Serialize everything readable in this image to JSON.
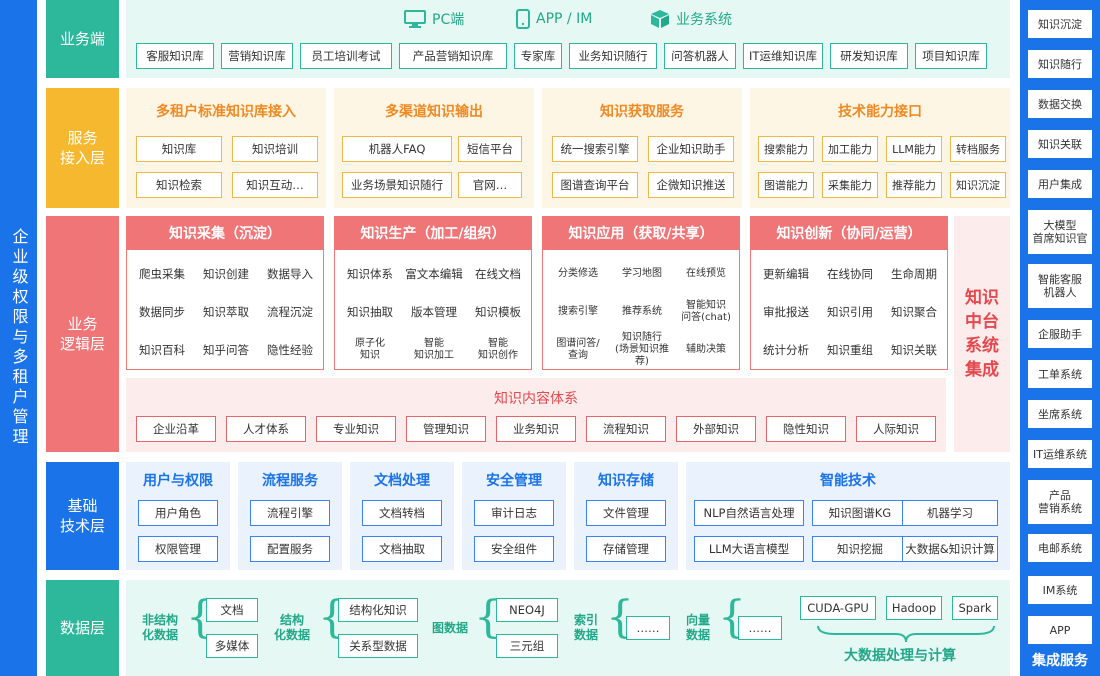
{
  "left_vertical": "企业级权限与多租户管理",
  "layers": {
    "biz": "业务端",
    "service": "服务\n接入层",
    "logic": "业务\n逻辑层",
    "base": "基础\n技术层",
    "data": "数据层"
  },
  "biz_end": {
    "channels": [
      "PC端",
      "APP / IM",
      "业务系统"
    ],
    "items": [
      "客服知识库",
      "营销知识库",
      "员工培训考试",
      "产品营销知识库",
      "专家库",
      "业务知识随行",
      "问答机器人",
      "IT运维知识库",
      "研发知识库",
      "项目知识库"
    ]
  },
  "service": {
    "groups": [
      {
        "title": "多租户标准知识库接入",
        "items": [
          "知识库",
          "知识培训",
          "知识检索",
          "知识互动…"
        ]
      },
      {
        "title": "多渠道知识输出",
        "items": [
          "机器人FAQ",
          "短信平台",
          "业务场景知识随行",
          "官网…"
        ]
      },
      {
        "title": "知识获取服务",
        "items": [
          "统一搜索引擎",
          "企业知识助手",
          "图谱查询平台",
          "企微知识推送"
        ]
      },
      {
        "title": "技术能力接口",
        "items": [
          "搜索能力",
          "加工能力",
          "LLM能力",
          "转档服务",
          "图谱能力",
          "采集能力",
          "推荐能力",
          "知识沉淀"
        ]
      }
    ]
  },
  "logic": {
    "groups": [
      {
        "title": "知识采集（沉淀）",
        "items": [
          "爬虫采集",
          "知识创建",
          "数据导入",
          "数据同步",
          "知识萃取",
          "流程沉淀",
          "知识百科",
          "知乎问答",
          "隐性经验"
        ]
      },
      {
        "title": "知识生产（加工/组织）",
        "items": [
          "知识体系",
          "富文本编辑",
          "在线文档",
          "知识抽取",
          "版本管理",
          "知识模板",
          "原子化\n知识",
          "智能\n知识加工",
          "智能\n知识创作"
        ]
      },
      {
        "title": "知识应用（获取/共享）",
        "items": [
          "分类修选",
          "学习地图",
          "在线预览",
          "搜索引擎",
          "推荐系统",
          "智能知识\n问答(chat)",
          "图谱问答/\n查询",
          "知识随行\n(场景知识推荐)",
          "辅助决策"
        ]
      },
      {
        "title": "知识创新（协同/运营）",
        "items": [
          "更新编辑",
          "在线协同",
          "生命周期",
          "审批报送",
          "知识引用",
          "知识聚合",
          "统计分析",
          "知识重组",
          "知识关联"
        ]
      }
    ],
    "content_title": "知识内容体系",
    "content_items": [
      "企业沿革",
      "人才体系",
      "专业知识",
      "管理知识",
      "业务知识",
      "流程知识",
      "外部知识",
      "隐性知识",
      "人际知识"
    ],
    "middle_platform": "知识\n中台\n系统\n集成"
  },
  "base": {
    "groups": [
      {
        "title": "用户与权限",
        "items": [
          "用户角色",
          "权限管理"
        ]
      },
      {
        "title": "流程服务",
        "items": [
          "流程引擎",
          "配置服务"
        ]
      },
      {
        "title": "文档处理",
        "items": [
          "文档转档",
          "文档抽取"
        ]
      },
      {
        "title": "安全管理",
        "items": [
          "审计日志",
          "安全组件"
        ]
      },
      {
        "title": "知识存储",
        "items": [
          "文件管理",
          "存储管理"
        ]
      },
      {
        "title": "智能技术",
        "items": [
          "NLP自然语言处理",
          "知识图谱KG",
          "机器学习",
          "LLM大语言模型",
          "知识挖掘",
          "大数据&知识计算"
        ]
      }
    ]
  },
  "data": {
    "unstructured": "非结构\n化数据",
    "unstructured_items": [
      "文档",
      "多媒体"
    ],
    "structured": "结构\n化数据",
    "structured_items": [
      "结构化知识",
      "关系型数据"
    ],
    "graph": "图数据",
    "graph_items": [
      "NEO4J",
      "三元组"
    ],
    "index": "索引\n数据",
    "index_item": "……",
    "vector": "向量\n数据",
    "vector_item": "……",
    "bigdata_items": [
      "CUDA-GPU",
      "Hadoop",
      "Spark"
    ],
    "bigdata_title": "大数据处理与计算"
  },
  "right": {
    "items": [
      "知识沉淀",
      "知识随行",
      "数据交换",
      "知识关联",
      "用户集成",
      "大模型\n首席知识官",
      "智能客服\n机器人",
      "企服助手",
      "工单系统",
      "坐席系统",
      "IT运维系统",
      "产品\n营销系统",
      "电邮系统",
      "IM系统",
      "APP"
    ],
    "title": "集成服务"
  },
  "colors": {
    "blue": "#1a73e8",
    "green": "#2eb89b",
    "orange": "#f5b82e",
    "red": "#f07577"
  }
}
